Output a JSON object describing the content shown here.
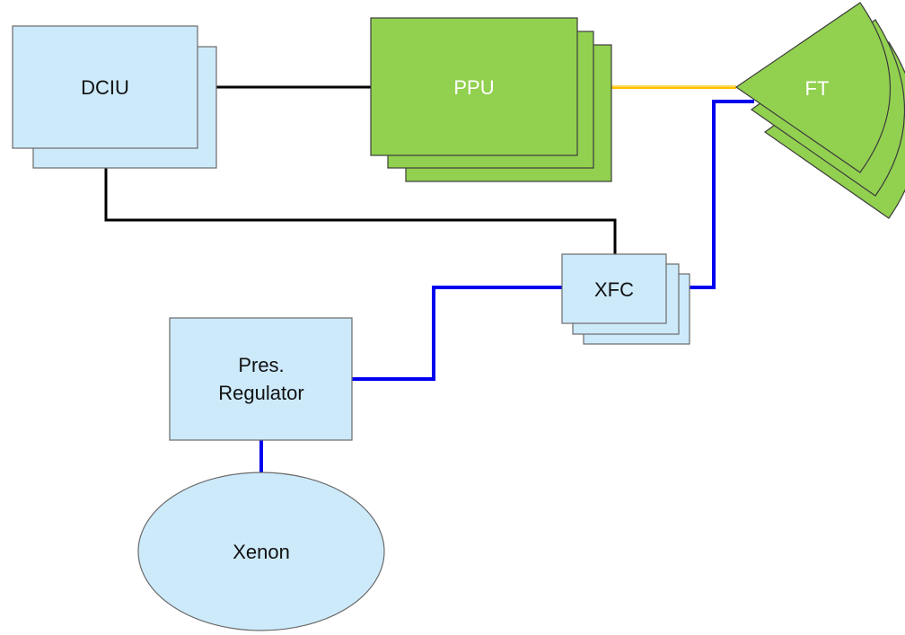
{
  "nodes": {
    "dciu": {
      "label": "DCIU"
    },
    "ppu": {
      "label": "PPU"
    },
    "ft": {
      "label": "FT"
    },
    "xfc": {
      "label": "XFC"
    },
    "pressure_regulator": {
      "line1": "Pres.",
      "line2": "Regulator"
    },
    "xenon": {
      "label": "Xenon"
    }
  },
  "colors": {
    "light_blue_fill": "#cdeafb",
    "green_fill": "#92d050",
    "box_stroke": "#6a6a6a",
    "data_line": "#000000",
    "xenon_line": "#0000ee",
    "power_line": "#ffc000"
  }
}
